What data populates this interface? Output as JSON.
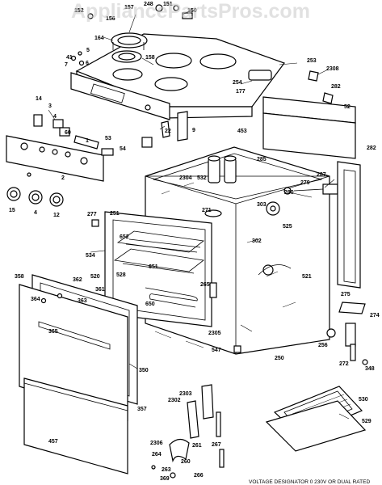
{
  "watermark": "AppliancePartsPros.com",
  "footer_note": "VOLTAGE DESIGNATOR 0 230V OR DUAL RATED",
  "callouts": [
    {
      "label": "152"
    },
    {
      "label": "157"
    },
    {
      "label": "248"
    },
    {
      "label": "151"
    },
    {
      "label": "150"
    },
    {
      "label": "156"
    },
    {
      "label": "164"
    },
    {
      "label": "5"
    },
    {
      "label": "41"
    },
    {
      "label": "6"
    },
    {
      "label": "7"
    },
    {
      "label": "158"
    },
    {
      "label": "253"
    },
    {
      "label": "2308"
    },
    {
      "label": "254"
    },
    {
      "label": "177"
    },
    {
      "label": "282"
    },
    {
      "label": "52"
    },
    {
      "label": "14"
    },
    {
      "label": "3"
    },
    {
      "label": "4"
    },
    {
      "label": "60"
    },
    {
      "label": "22"
    },
    {
      "label": "9"
    },
    {
      "label": "453"
    },
    {
      "label": "1"
    },
    {
      "label": "53"
    },
    {
      "label": "54"
    },
    {
      "label": "282"
    },
    {
      "label": "285"
    },
    {
      "label": "2304"
    },
    {
      "label": "532"
    },
    {
      "label": "287"
    },
    {
      "label": "2"
    },
    {
      "label": "15"
    },
    {
      "label": "4"
    },
    {
      "label": "12"
    },
    {
      "label": "277"
    },
    {
      "label": "251"
    },
    {
      "label": "271"
    },
    {
      "label": "280"
    },
    {
      "label": "279"
    },
    {
      "label": "303"
    },
    {
      "label": "525"
    },
    {
      "label": "302"
    },
    {
      "label": "652"
    },
    {
      "label": "534"
    },
    {
      "label": "651"
    },
    {
      "label": "528"
    },
    {
      "label": "520"
    },
    {
      "label": "521"
    },
    {
      "label": "358"
    },
    {
      "label": "362"
    },
    {
      "label": "361"
    },
    {
      "label": "363"
    },
    {
      "label": "364"
    },
    {
      "label": "650"
    },
    {
      "label": "265"
    },
    {
      "label": "275"
    },
    {
      "label": "274"
    },
    {
      "label": "365"
    },
    {
      "label": "2305"
    },
    {
      "label": "256"
    },
    {
      "label": "547"
    },
    {
      "label": "250"
    },
    {
      "label": "272"
    },
    {
      "label": "348"
    },
    {
      "label": "350"
    },
    {
      "label": "2303"
    },
    {
      "label": "2302"
    },
    {
      "label": "530"
    },
    {
      "label": "357"
    },
    {
      "label": "529"
    },
    {
      "label": "457"
    },
    {
      "label": "2306"
    },
    {
      "label": "261"
    },
    {
      "label": "267"
    },
    {
      "label": "264"
    },
    {
      "label": "260"
    },
    {
      "label": "263"
    },
    {
      "label": "266"
    },
    {
      "label": "369"
    }
  ]
}
